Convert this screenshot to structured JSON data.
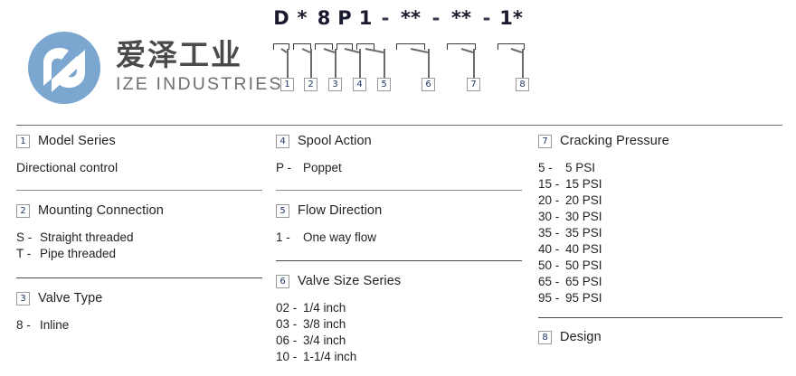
{
  "brand": {
    "name_cn": "爱泽工业",
    "name_en": "IZE INDUSTRIES",
    "logo_icon": "ize-circle-logo-icon",
    "logo_color": "#7aa6cf"
  },
  "part_number": {
    "full": "D * 8 P 1 - ** - ** - 1*",
    "segments": [
      {
        "text": "D",
        "callout": "1"
      },
      {
        "text": "*",
        "callout": "2"
      },
      {
        "text": "8",
        "callout": "3"
      },
      {
        "text": "P",
        "callout": "4"
      },
      {
        "text": "1",
        "callout": "5"
      },
      {
        "text": "-",
        "callout": null
      },
      {
        "text": "**",
        "callout": "6"
      },
      {
        "text": "-",
        "callout": null
      },
      {
        "text": "**",
        "callout": "7"
      },
      {
        "text": "-",
        "callout": null
      },
      {
        "text": "1*",
        "callout": "8"
      }
    ],
    "callout_numbers": [
      "1",
      "2",
      "3",
      "4",
      "5",
      "6",
      "7",
      "8"
    ]
  },
  "columns": [
    {
      "id": "column-1",
      "sections": [
        {
          "number": "1",
          "title": "Model Series",
          "plain": "Directional control",
          "options": []
        },
        {
          "number": "2",
          "title": "Mounting Connection",
          "options": [
            {
              "code": "S -",
              "label": "Straight threaded"
            },
            {
              "code": "T -",
              "label": "Pipe threaded"
            }
          ]
        },
        {
          "number": "3",
          "title": "Valve Type",
          "options": [
            {
              "code": "8 -",
              "label": "Inline"
            }
          ]
        }
      ]
    },
    {
      "id": "column-2",
      "sections": [
        {
          "number": "4",
          "title": "Spool Action",
          "options": [
            {
              "code": "P -",
              "label": "Poppet"
            }
          ]
        },
        {
          "number": "5",
          "title": "Flow Direction",
          "options": [
            {
              "code": "1 -",
              "label": "One way flow"
            }
          ]
        },
        {
          "number": "6",
          "title": "Valve Size Series",
          "options": [
            {
              "code": "02 -",
              "label": "1/4 inch"
            },
            {
              "code": "03 -",
              "label": "3/8 inch"
            },
            {
              "code": "06 -",
              "label": "3/4 inch"
            },
            {
              "code": "10 -",
              "label": "1-1/4 inch"
            }
          ]
        }
      ]
    },
    {
      "id": "column-3",
      "sections": [
        {
          "number": "7",
          "title": "Cracking Pressure",
          "options": [
            {
              "code": "5 -",
              "label": "5 PSI"
            },
            {
              "code": "15 -",
              "label": "15 PSI"
            },
            {
              "code": "20 -",
              "label": "20 PSI"
            },
            {
              "code": "30 -",
              "label": "30 PSI"
            },
            {
              "code": "35 -",
              "label": "35 PSI"
            },
            {
              "code": "40 -",
              "label": "40 PSI"
            },
            {
              "code": "50 -",
              "label": "50 PSI"
            },
            {
              "code": "65 -",
              "label": "65 PSI"
            },
            {
              "code": "95 -",
              "label": "95 PSI"
            }
          ]
        },
        {
          "number": "8",
          "title": "Design",
          "options": []
        }
      ]
    }
  ]
}
